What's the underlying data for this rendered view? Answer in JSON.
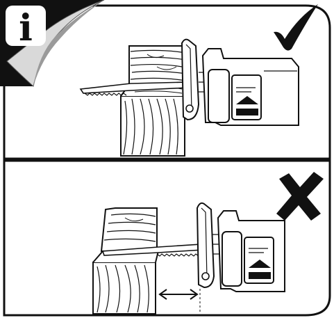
{
  "info_badge": {
    "icon": "info-icon",
    "letter": "i"
  },
  "panels": [
    {
      "id": "correct",
      "status_icon": "check-mark-icon",
      "status_color": "#111111"
    },
    {
      "id": "incorrect",
      "status_icon": "cross-mark-icon",
      "status_color": "#111111"
    }
  ],
  "colors": {
    "ink": "#111111",
    "paper": "#ffffff",
    "peel_light": "#e6e6e6",
    "peel_dark": "#8a8a8a"
  }
}
